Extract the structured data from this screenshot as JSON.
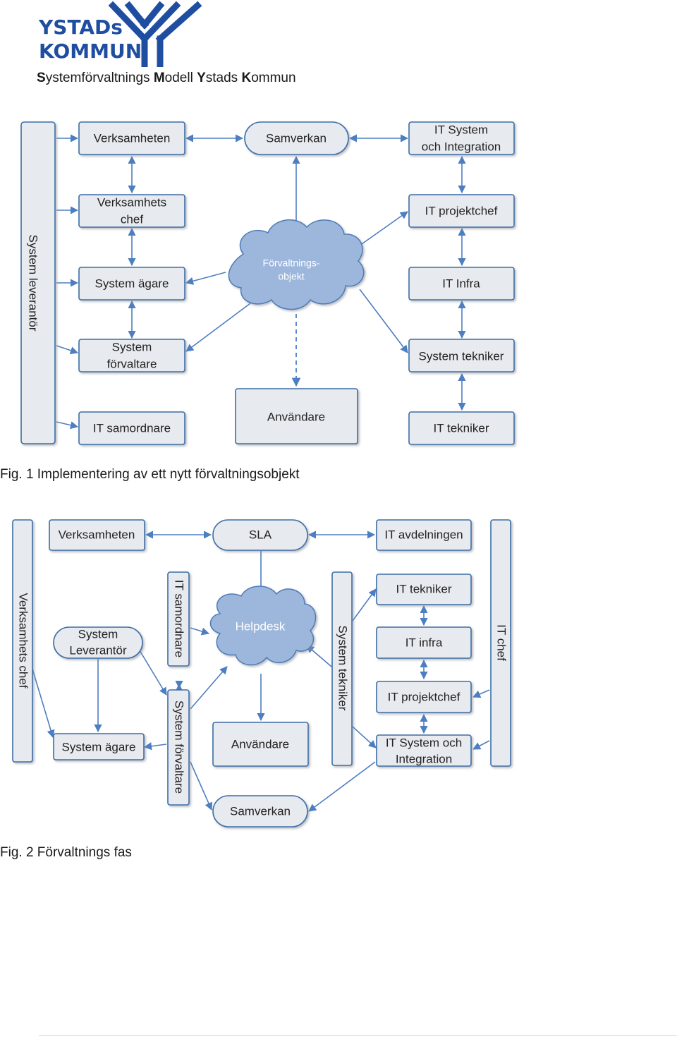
{
  "logo": {
    "line1": "YSTADs",
    "line2": "KOMMUN",
    "color": "#1f4ea1"
  },
  "subtitle": {
    "w1_initial": "S",
    "w1_rest": "ystemförvaltnings ",
    "w2_initial": "M",
    "w2_rest": "odell ",
    "w3_initial": "Y",
    "w3_rest": "stads ",
    "w4_initial": "K",
    "w4_rest": "ommun"
  },
  "fig1": {
    "caption": "Fig. 1 Implementering av ett nytt förvaltningsobjekt",
    "system_leverantor": "System leverantör",
    "verksamheten": "Verksamheten",
    "samverkan": "Samverkan",
    "it_system_line1": "IT System",
    "it_system_line2": "och Integration",
    "verksamhets_chef_line1": "Verksamhets",
    "verksamhets_chef_line2": "chef",
    "system_agare": "System ägare",
    "system_forvaltare_line1": "System",
    "system_forvaltare_line2": "förvaltare",
    "it_samordnare": "IT samordnare",
    "forvaltningsobjekt_line1": "Förvaltnings-",
    "forvaltningsobjekt_line2": "objekt",
    "anvandare": "Användare",
    "it_projektchef": "IT projektchef",
    "it_infra": "IT Infra",
    "system_tekniker": "System tekniker",
    "it_tekniker": "IT tekniker"
  },
  "fig2": {
    "caption": "Fig. 2 Förvaltnings fas",
    "verksamheten": "Verksamheten",
    "sla": "SLA",
    "it_avdelningen": "IT avdelningen",
    "verksamhets_chef": "Verksamhets chef",
    "system_leverantor_line1": "System",
    "system_leverantor_line2": "Leverantör",
    "system_agare": "System ägare",
    "it_samordnare": "IT samordnare",
    "system_forvaltare": "System förvaltare",
    "helpdesk": "Helpdesk",
    "anvandare": "Användare",
    "samverkan": "Samverkan",
    "system_tekniker": "System tekniker",
    "it_tekniker": "IT tekniker",
    "it_infra": "IT infra",
    "it_projektchef": "IT projektchef",
    "it_system_line1": "IT System och",
    "it_system_line2": "Integration",
    "it_chef": "IT chef"
  },
  "colors": {
    "node_fill": "#e7eaef",
    "node_border": "#3c6ea6",
    "cloud_fill": "#9db7dc",
    "connector": "#4d7ec0"
  }
}
